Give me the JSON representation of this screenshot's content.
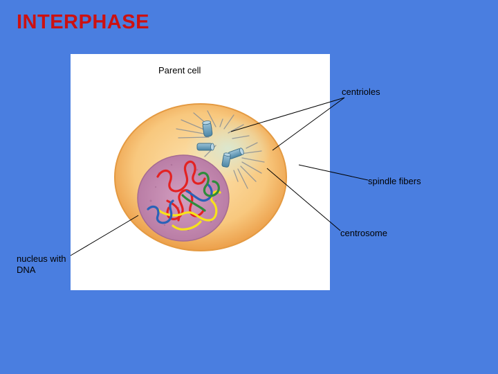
{
  "slide": {
    "title": "INTERPHASE"
  },
  "figure": {
    "caption": "Parent cell"
  },
  "labels": {
    "centrioles": "centrioles",
    "spindle_fibers": "spindle fibers",
    "centrosome": "centrosome",
    "nucleus": "nucleus with\nDNA"
  },
  "colors": {
    "background": "#4a7ee0",
    "title": "#cc1111",
    "cytoplasm": "#f7c278",
    "nucleus": "#c98ab0",
    "chromosome_red": "#e32222",
    "chromosome_yellow": "#f7e21c",
    "chromosome_blue": "#2a62b8",
    "chromosome_green": "#2e8c3c"
  }
}
